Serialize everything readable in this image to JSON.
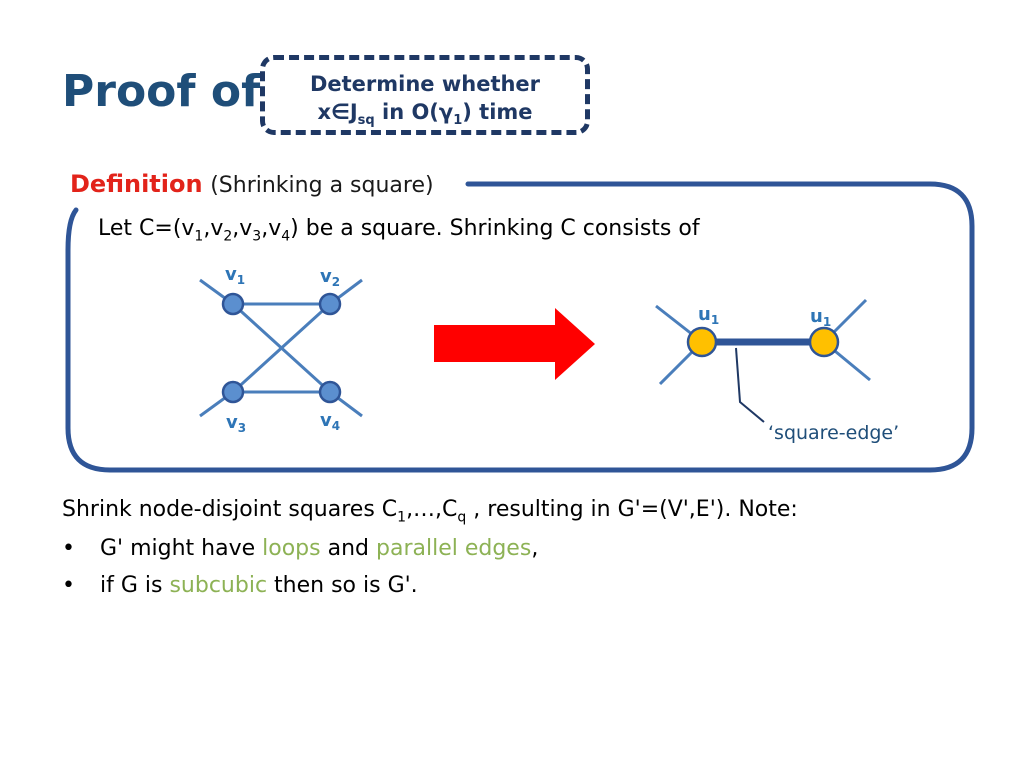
{
  "slide": {
    "title": "Proof of",
    "callout": {
      "line1": "Determine whether",
      "line2_prefix": "x∈J",
      "line2_sub": "sq",
      "line2_mid": " in O(γ",
      "line2_sub2": "1",
      "line2_suffix": ") time"
    },
    "definition": {
      "label": "Definition",
      "name": "(Shrinking a square)",
      "let_prefix": "Let C=(v",
      "let_s1": "1",
      "let_c1": ",v",
      "let_s2": "2",
      "let_c2": ",v",
      "let_s3": "3",
      "let_c3": ",v",
      "let_s4": "4",
      "let_suffix": ") be a square. Shrinking C consists of"
    },
    "diagram": {
      "left_nodes": [
        {
          "base": "v",
          "sub": "1"
        },
        {
          "base": "v",
          "sub": "2"
        },
        {
          "base": "v",
          "sub": "3"
        },
        {
          "base": "v",
          "sub": "4"
        }
      ],
      "right_nodes": [
        {
          "base": "u",
          "sub": "1"
        },
        {
          "base": "u",
          "sub": "1"
        }
      ],
      "edge_label": "‘square-edge’",
      "colors": {
        "left_node_fill": "#5B8FCF",
        "left_node_stroke": "#2F5597",
        "right_node_fill": "#FFC000",
        "right_node_stroke": "#2F5597",
        "edge": "#4A7EBB",
        "square_edge": "#2F5597",
        "arrow": "#FF0000",
        "box_border": "#2F5597"
      }
    },
    "body": {
      "para_prefix": "Shrink node-disjoint squares C",
      "para_s1": "1",
      "para_mid": ",…,C",
      "para_s2": "q",
      "para_suffix": " , resulting in G'=(V',E'). Note:",
      "bullet1_prefix": "G' might have ",
      "bullet1_g1": "loops",
      "bullet1_mid": " and ",
      "bullet1_g2": "parallel edges",
      "bullet1_suffix": ",",
      "bullet2_prefix": "if G is ",
      "bullet2_g1": "subcubic",
      "bullet2_suffix": " then so is G'.",
      "bullet_char": "•"
    }
  }
}
